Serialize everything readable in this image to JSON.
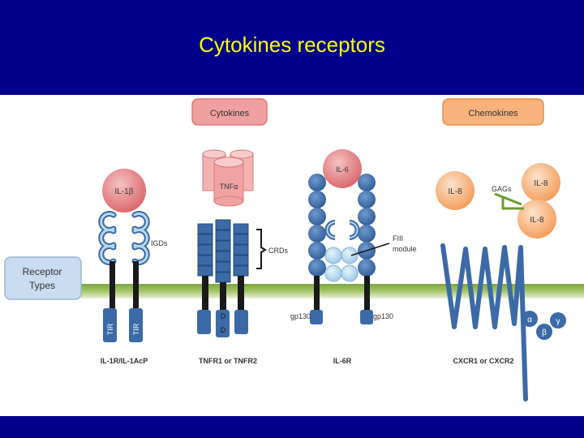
{
  "slide": {
    "title": "Cytokines receptors"
  },
  "diagram": {
    "headers": {
      "cytokines": "Cytokines",
      "chemokines": "Chemokines"
    },
    "side_label": {
      "line1": "Receptor",
      "line2": "Types"
    },
    "ligands": {
      "il1b": "IL-1β",
      "tnfa": "TNFα",
      "il6": "IL-6",
      "il8_left": "IL-8",
      "il8_right_top": "IL-8",
      "il8_right_bottom": "IL-8",
      "gags": "GAGs"
    },
    "annotations": {
      "igds": "IGDs",
      "crds": "CRDs",
      "fiii_line1": "FIII",
      "fiii_line2": "module",
      "gp130_left": "gp130",
      "gp130_right": "gp130",
      "tir_left": "TIR",
      "tir_right": "TIR",
      "dd_top": "D",
      "dd_bottom": "D",
      "alpha": "α",
      "beta": "β",
      "gamma": "γ"
    },
    "receptors": {
      "il1": "IL-1R/IL-1AcP",
      "tnf": "TNFR1 or TNFR2",
      "il6": "IL-6R",
      "cxcr": "CXCR1 or CXCR2"
    },
    "colors": {
      "background": "#00008b",
      "title": "#ffff00",
      "membrane": "#8db34a",
      "receptor_blue": "#3c6aa6",
      "ligand_red": "#e8878a",
      "chemokine_orange": "#f7b57c",
      "light_blue": "#b8d8ee"
    }
  }
}
